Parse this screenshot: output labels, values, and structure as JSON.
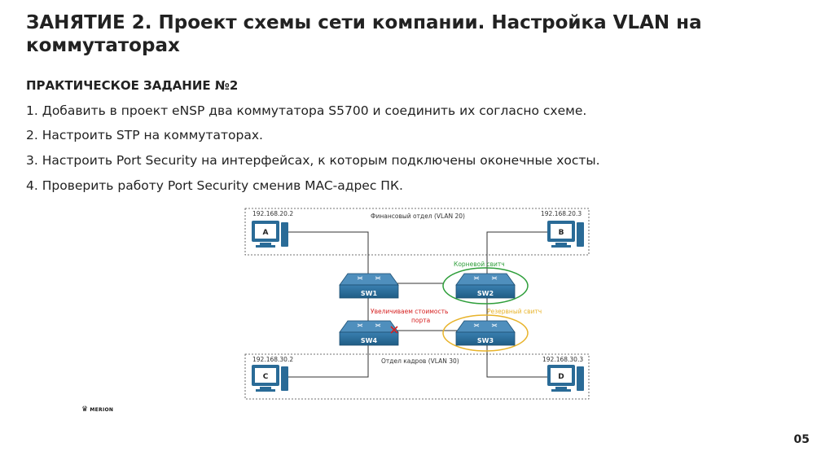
{
  "slide": {
    "title": "ЗАНЯТИЕ 2. Проект схемы сети компании. Настройка VLAN на коммутаторах",
    "subtitle": "ПРАКТИЧЕСКОЕ ЗАДАНИЕ №2",
    "tasks": [
      "1. Добавить в проект eNSP два коммутатора S5700 и соединить их согласно схеме.",
      "2. Настроить STP на коммутаторах.",
      "3. Настроить Port Security на интерфейсах, к которым подключены оконечные хосты.",
      "4. Проверить работу Port Security сменив MAC-адрес ПК."
    ],
    "page_number": "05",
    "logo_text": "MERION"
  },
  "diagram": {
    "vlan20_label": "Финансовый отдел (VLAN 20)",
    "vlan30_label": "Отдел кадров (VLAN 30)",
    "hosts": {
      "a": {
        "letter": "A",
        "ip": "192.168.20.2"
      },
      "b": {
        "letter": "B",
        "ip": "192.168.20.3"
      },
      "c": {
        "letter": "C",
        "ip": "192.168.30.2"
      },
      "d": {
        "letter": "D",
        "ip": "192.168.30.3"
      }
    },
    "switches": {
      "sw1": "SW1",
      "sw2": "SW2",
      "sw3": "SW3",
      "sw4": "SW4"
    },
    "root_switch_label": "Корневой свитч",
    "backup_switch_label": "Резервный свитч",
    "cost_note_line1": "Увеличиваем стоимость",
    "cost_note_line2": "порта",
    "colors": {
      "switch_fill": "#1f5d85",
      "root_green": "#2e9e3a",
      "backup_yellow": "#e8b32a",
      "note_red": "#d62020"
    }
  }
}
